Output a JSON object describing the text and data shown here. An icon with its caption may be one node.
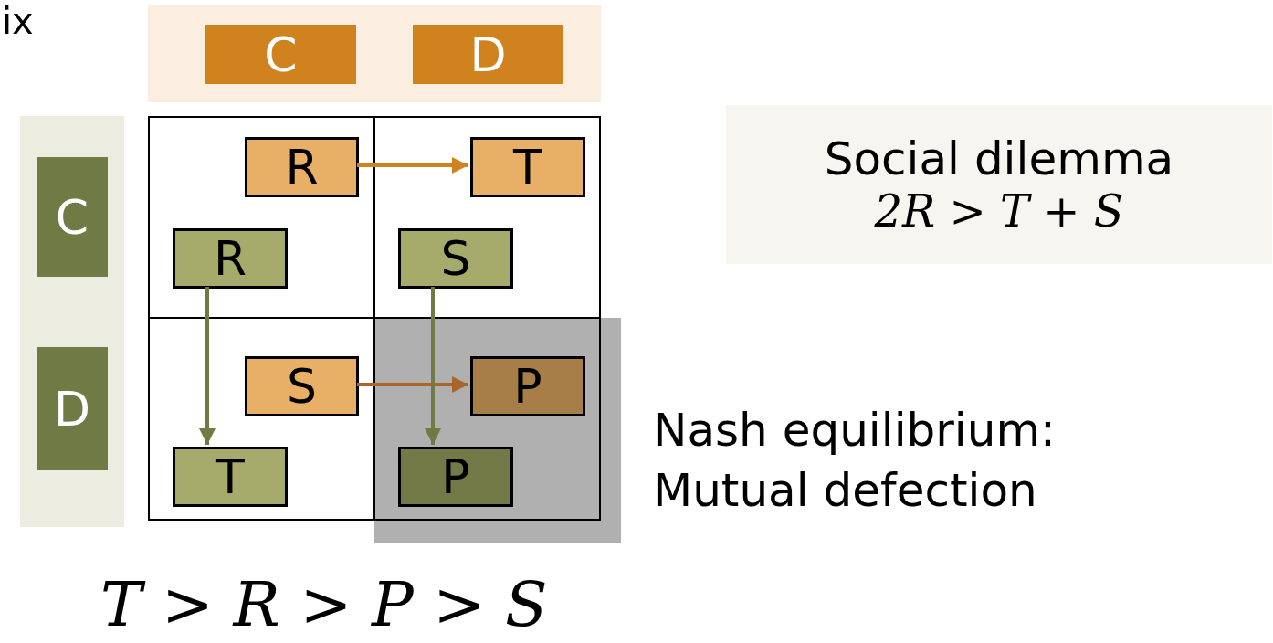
{
  "diagram": {
    "nodes": [
      {
        "text": [],
        "shape": "band"
      },
      {
        "text": [
          "C"
        ],
        "in": 0
      },
      {
        "text": [
          "D"
        ],
        "in": 0
      },
      {
        "text": [],
        "shape": "band"
      },
      {
        "text": [
          "C"
        ],
        "in": 3
      },
      {
        "text": [
          "D"
        ],
        "in": 3
      },
      {
        "text": [],
        "shape": "box"
      },
      {
        "text": [
          "R"
        ],
        "in": 6
      },
      {
        "text": [
          "R"
        ],
        "in": 6
      },
      {
        "text": [],
        "shape": "box"
      },
      {
        "text": [
          "T"
        ],
        "in": 9
      },
      {
        "text": [
          "S"
        ],
        "in": 9
      },
      {
        "text": [],
        "shape": "box"
      },
      {
        "text": [
          "S"
        ],
        "in": 12
      },
      {
        "text": [
          "T"
        ],
        "in": 12
      },
      {
        "text": [],
        "shape": "box"
      },
      {
        "text": [],
        "shape": "box",
        "in": 15
      },
      {
        "text": [
          "P"
        ],
        "in": 16
      },
      {
        "text": [
          "P"
        ],
        "in": 16
      },
      {
        "text": [
          "Social dilemma",
          "2R > T + S"
        ]
      }
    ],
    "edges": [
      {
        "from": 7,
        "to": 10,
        "arrow": "to",
        "color": "#d0821f"
      },
      {
        "from": 13,
        "to": 17,
        "arrow": "to",
        "color": "#a8662a"
      },
      {
        "from": 8,
        "to": 14,
        "arrow": "to",
        "color": "#6f7a44"
      },
      {
        "from": 11,
        "to": 18,
        "arrow": "to",
        "color": "#6f7a44"
      }
    ],
    "labels": [
      "ix",
      "Nash equilibrium: Mutual defection",
      "T > R > P > S"
    ]
  }
}
